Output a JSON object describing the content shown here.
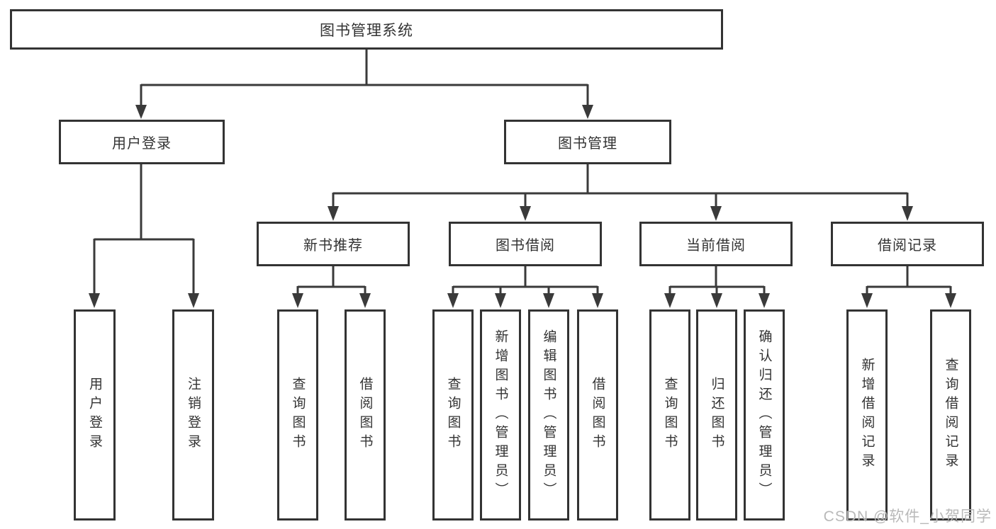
{
  "diagram": {
    "root": {
      "label": "图书管理系统"
    },
    "branches": [
      {
        "label": "用户登录",
        "children": [
          {
            "label": "用户登录"
          },
          {
            "label": "注销登录"
          }
        ]
      },
      {
        "label": "图书管理",
        "children": [
          {
            "label": "新书推荐",
            "children": [
              {
                "label": "查询图书"
              },
              {
                "label": "借阅图书"
              }
            ]
          },
          {
            "label": "图书借阅",
            "children": [
              {
                "label": "查询图书"
              },
              {
                "label": "新增图书（管理员）"
              },
              {
                "label": "编辑图书（管理员）"
              },
              {
                "label": "借阅图书"
              }
            ]
          },
          {
            "label": "当前借阅",
            "children": [
              {
                "label": "查询图书"
              },
              {
                "label": "归还图书"
              },
              {
                "label": "确认归还（管理员）"
              }
            ]
          },
          {
            "label": "借阅记录",
            "children": [
              {
                "label": "新增借阅记录"
              },
              {
                "label": "查询借阅记录"
              }
            ]
          }
        ]
      }
    ]
  },
  "watermark": {
    "text": "CSDN @软件_小贺同学"
  },
  "colors": {
    "line": "#3a3a3a",
    "border": "#333333",
    "fill": "#ffffff",
    "text": "#333333",
    "watermark": "#b9b9b9"
  }
}
